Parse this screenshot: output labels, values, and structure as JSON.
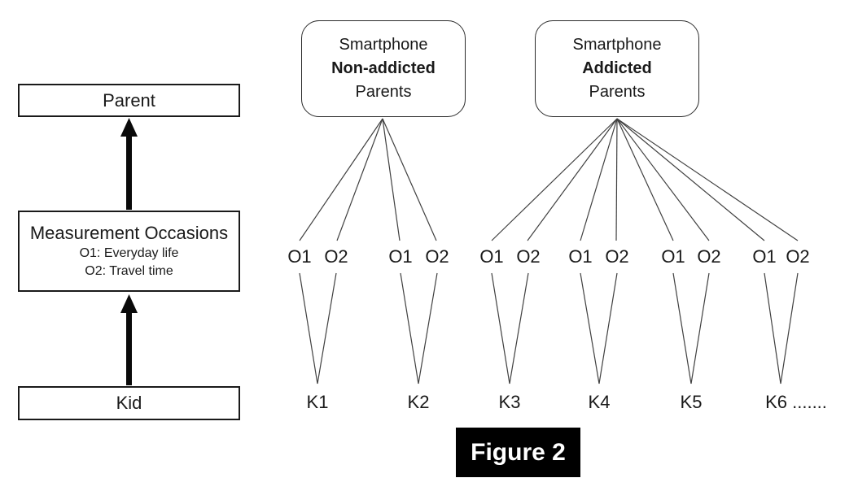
{
  "caption": "Figure 2",
  "left_panel": {
    "parent_label": "Parent",
    "measurement_title": "Measurement Occasions",
    "measurement_line1": "O1: Everyday life",
    "measurement_line2": "O2: Travel time",
    "kid_label": "Kid"
  },
  "parent_groups": [
    {
      "line1": "Smartphone",
      "line2": "Non-addicted",
      "line3": "Parents"
    },
    {
      "line1": "Smartphone",
      "line2": "Addicted",
      "line3": "Parents"
    }
  ],
  "occasion_row": [
    "O1",
    "O2",
    "O1",
    "O2",
    "O1",
    "O2",
    "O1",
    "O2",
    "O1",
    "O2",
    "O1",
    "O2"
  ],
  "kid_row": [
    "K1",
    "K2",
    "K3",
    "K4",
    "K5",
    "K6 ......."
  ],
  "colors": {
    "background": "#ffffff",
    "line": "#404040",
    "box_border": "#1a1a1a",
    "caption_bg": "#000000",
    "caption_text": "#ffffff"
  }
}
